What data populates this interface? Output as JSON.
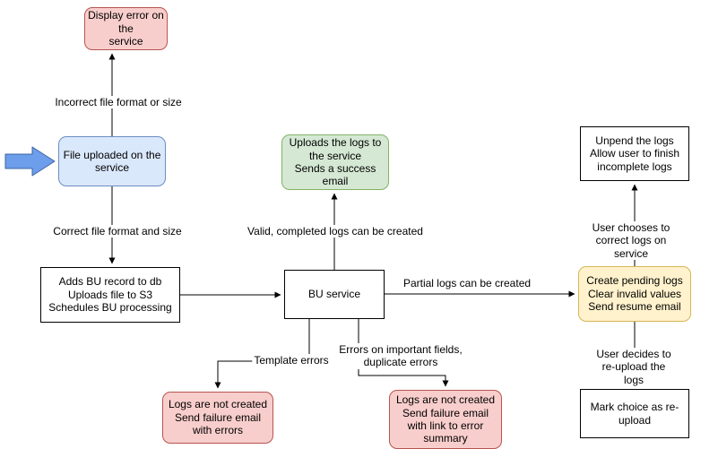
{
  "diagram": {
    "nodes": {
      "display_error": {
        "text": "Display error on the\nservice"
      },
      "file_uploaded": {
        "text": "File uploaded on the\nservice"
      },
      "adds_bu": {
        "text": "Adds BU record to db\nUploads file to S3\nSchedules BU processing"
      },
      "bu_service": {
        "text": "BU service"
      },
      "success": {
        "text": "Uploads the logs to\nthe service\nSends a success\nemail"
      },
      "pending": {
        "text": "Create pending logs\nClear invalid values\nSend resume email"
      },
      "unpend": {
        "text": "Unpend the logs\nAllow user to finish\nincomplete logs"
      },
      "mark_reupload": {
        "text": "Mark choice as re-\nupload"
      },
      "failure_template": {
        "text": "Logs are not created\nSend failure email\nwith errors"
      },
      "failure_fields": {
        "text": "Logs are not created\nSend failure email\nwith link to error\nsummary"
      }
    },
    "edge_labels": {
      "incorrect": "Incorrect file format or size",
      "correct": "Correct file format and size",
      "valid": "Valid, completed logs can be created",
      "partial": "Partial logs can be created",
      "correct_on_service": "User chooses to correct logs on service",
      "reupload": "User decides to re-upload the logs",
      "template_errors": "Template errors",
      "important_fields": "Errors on important fields,\nduplicate errors"
    },
    "colors": {
      "red_fill": "#f8cecc",
      "red_border": "#b85450",
      "blue_fill": "#dae8fc",
      "blue_border": "#6c8ebf",
      "green_fill": "#d5e8d4",
      "green_border": "#82b366",
      "yellow_fill": "#fff2cc",
      "yellow_border": "#d6b656",
      "white_fill": "#ffffff",
      "black_border": "#000000",
      "arrow_fill": "#6d9eeb",
      "arrow_border": "#3c64a0"
    }
  }
}
